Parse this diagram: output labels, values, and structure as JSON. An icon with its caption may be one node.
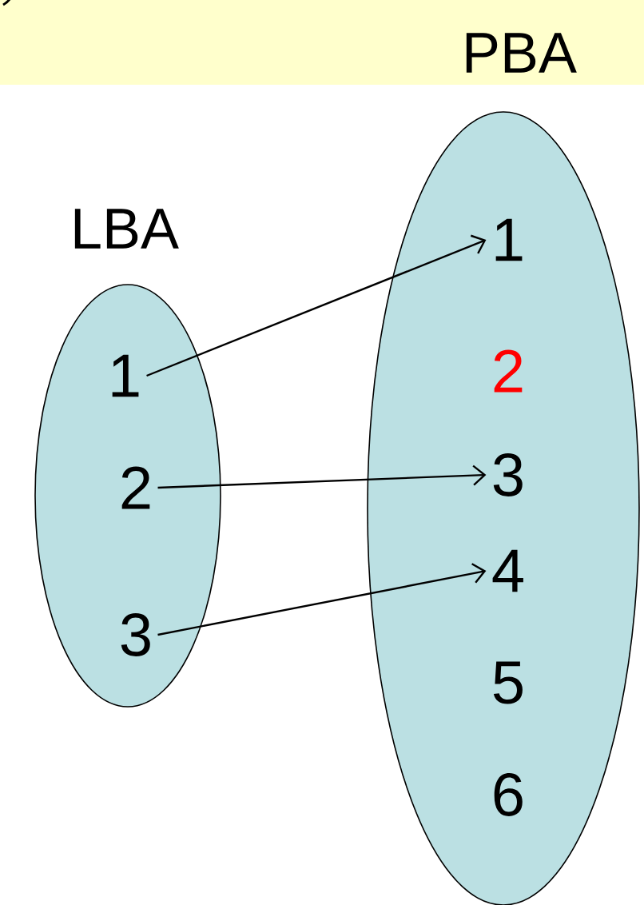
{
  "diagram": {
    "nodes": [
      {
        "text": [
          "LBA"
        ]
      },
      {
        "text": [
          "1"
        ],
        "in": 0
      },
      {
        "text": [
          "2"
        ],
        "in": 0
      },
      {
        "text": [
          "3"
        ],
        "in": 0
      },
      {
        "text": [
          "PBA"
        ]
      },
      {
        "text": [
          "1"
        ],
        "in": 4
      },
      {
        "text": [
          "2"
        ],
        "in": 4
      },
      {
        "text": [
          "3"
        ],
        "in": 4
      },
      {
        "text": [
          "4"
        ],
        "in": 4
      },
      {
        "text": [
          "5"
        ],
        "in": 4
      },
      {
        "text": [
          "6"
        ],
        "in": 4
      }
    ],
    "edges": [
      {
        "from": 1,
        "to": 5,
        "arrow": "to"
      },
      {
        "from": 2,
        "to": 7,
        "arrow": "to"
      },
      {
        "from": 3,
        "to": 8,
        "arrow": "to"
      }
    ]
  }
}
